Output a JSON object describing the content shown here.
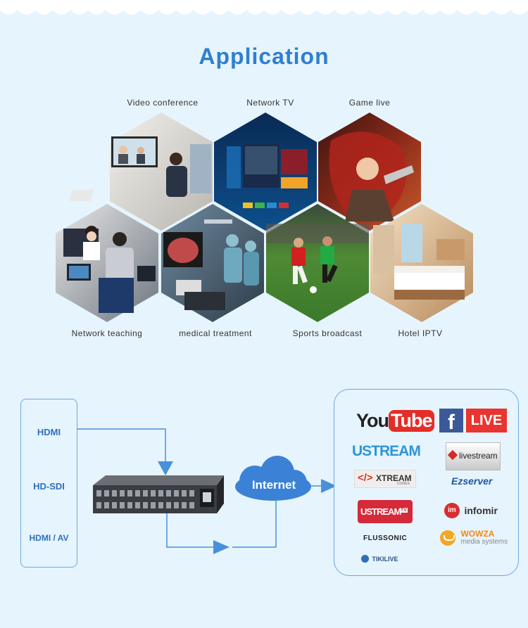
{
  "title": "Application",
  "hexagons": [
    {
      "label": "Video conference",
      "icon": "video-conference-image"
    },
    {
      "label": "Network TV",
      "icon": "network-tv-image"
    },
    {
      "label": "Game live",
      "icon": "game-live-image"
    },
    {
      "label": "Network teaching",
      "icon": "network-teaching-image"
    },
    {
      "label": "medical treatment",
      "icon": "medical-treatment-image"
    },
    {
      "label": "Sports broadcast",
      "icon": "sports-broadcast-image"
    },
    {
      "label": "Hotel IPTV",
      "icon": "hotel-iptv-image"
    }
  ],
  "diagram": {
    "inputs": [
      "HDMI",
      "HD-SDI",
      "HDMI / AV"
    ],
    "cloud_label": "Internet",
    "platforms": {
      "youtube": {
        "you": "You",
        "tube": "Tube"
      },
      "facebook": {
        "f": "f",
        "live": "LIVE"
      },
      "ustream": "USTREAM",
      "livestream": "livestream",
      "xtream": {
        "main": "XTREAM",
        "sub": "CODES"
      },
      "ezserver": "Ezserver",
      "ustream_tv": {
        "main": "USTREAM",
        "tv": "TV"
      },
      "infomir": {
        "im": "im",
        "name": "infomir"
      },
      "flussonic": "FLUSSONIC",
      "wowza": {
        "main": "WOWZA",
        "sub": "media systems"
      },
      "tikilive": "TIKILIVE"
    }
  },
  "colors": {
    "background": "#e6f4fd",
    "title": "#2f7fd0",
    "arrow": "#4a90d9",
    "box_border": "#6fa8dc"
  }
}
